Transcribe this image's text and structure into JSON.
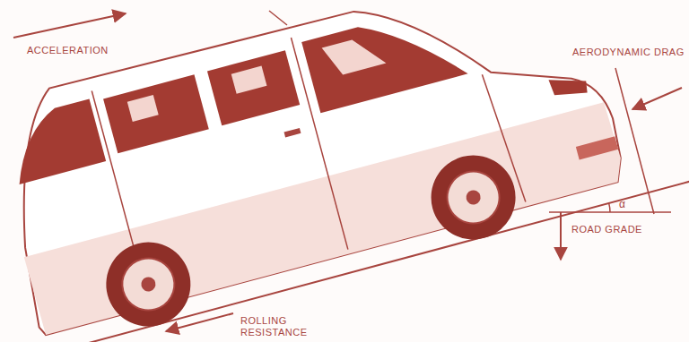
{
  "diagram": {
    "labels": [
      "ACCELERATION",
      "AERODYNAMIC DRAG",
      "α",
      "ROAD GRADE",
      "ROLLING RESISTANCE"
    ]
  }
}
